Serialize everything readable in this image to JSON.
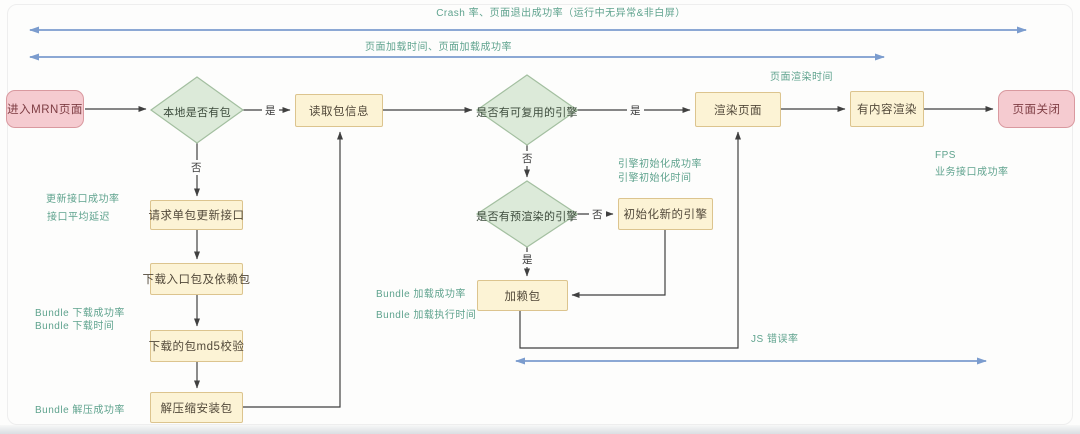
{
  "colors": {
    "node-yellow-fill": "#fcf3d5",
    "node-yellow-border": "#dcc48e",
    "node-green-fill": "#dcead9",
    "node-green-border": "#a3bfa0",
    "node-pink-fill": "#f5cbd0",
    "node-pink-border": "#d9999f",
    "metric-text": "#5fa38e",
    "arrow-blue": "#7b9cce",
    "line-dark": "#404040"
  },
  "flow": {
    "nodes": {
      "start": "进入MRN页面",
      "has_local_package": "本地是否有包",
      "read_package_info": "读取包信息",
      "has_reusable_engine": "是否有可复用的引擎",
      "render_page": "渲染页面",
      "content_rendered": "有内容渲染",
      "page_closed": "页面关闭",
      "request_single_update": "请求单包更新接口",
      "download_entry_deps": "下载入口包及依赖包",
      "md5_check": "下载的包md5校验",
      "unzip_install": "解压缩安装包",
      "has_prerendered_engine": "是否有预渲染的引擎",
      "init_new_engine": "初始化新的引擎",
      "load_package": "加赖包"
    },
    "edge_labels": {
      "local_yes": "是",
      "local_no": "否",
      "reusable_yes": "是",
      "reusable_no": "否",
      "prerendered_no": "否",
      "prerendered_yes": "是"
    },
    "metrics": {
      "crash_exit": "Crash 率、页面退出成功率（运行中无异常&非白屏）",
      "page_load": "页面加载时间、页面加载成功率",
      "page_render_time": "页面渲染时间",
      "update_api_success": "更新接口成功率",
      "api_avg_delay": "接口平均延迟",
      "bundle_download_success": "Bundle 下载成功率",
      "bundle_download_time": "Bundle 下载时间",
      "bundle_unzip_success": "Bundle 解压成功率",
      "engine_init_success": "引擎初始化成功率",
      "engine_init_time": "引擎初始化时间",
      "bundle_load_success": "Bundle 加载成功率",
      "bundle_load_exec_time": "Bundle 加载执行时间",
      "fps": "FPS",
      "biz_api_success": "业务接口成功率",
      "js_error_rate": "JS 错误率"
    }
  }
}
